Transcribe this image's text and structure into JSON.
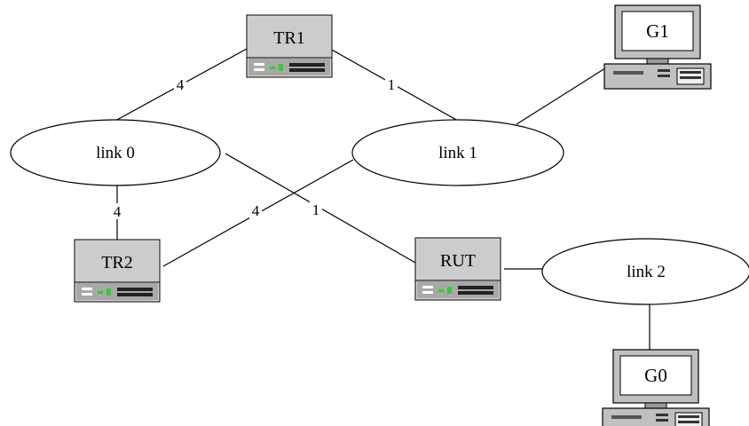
{
  "colors": {
    "router_body": "#cccccc",
    "router_panel": "#a8a8a8",
    "port_green": "#33cc33",
    "host_case": "#c0c0c0",
    "screen_bg": "#ffffff",
    "line": "#000000"
  },
  "links": {
    "link0": {
      "label": "link 0"
    },
    "link1": {
      "label": "link 1"
    },
    "link2": {
      "label": "link 2"
    }
  },
  "routers": {
    "tr1": {
      "label": "TR1",
      "icon": "router-icon"
    },
    "tr2": {
      "label": "TR2",
      "icon": "router-icon"
    },
    "rut": {
      "label": "RUT",
      "icon": "router-icon"
    }
  },
  "hosts": {
    "g1": {
      "label": "G1",
      "icon": "computer-icon"
    },
    "g0": {
      "label": "G0",
      "icon": "computer-icon"
    }
  },
  "weights": {
    "tr1_link0": "4",
    "tr1_link1": "1",
    "tr2_link0": "4",
    "tr2_link1": "4",
    "rut_link0": "1"
  }
}
